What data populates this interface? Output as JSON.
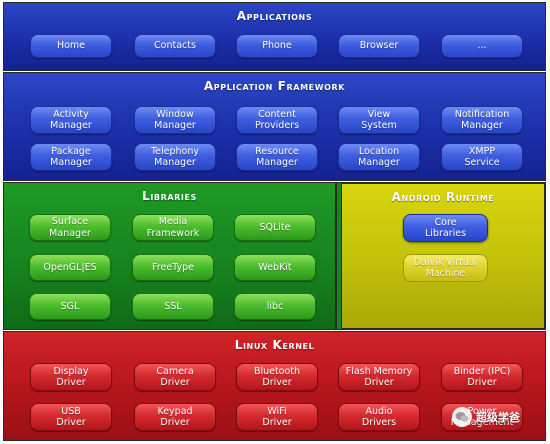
{
  "applications": {
    "title": "Applications",
    "items": [
      "Home",
      "Contacts",
      "Phone",
      "Browser",
      "..."
    ]
  },
  "framework": {
    "title": "Application Framework",
    "items": [
      [
        "Activity",
        "Manager"
      ],
      [
        "Window",
        "Manager"
      ],
      [
        "Content",
        "Providers"
      ],
      [
        "View",
        "System"
      ],
      [
        "Notification",
        "Manager"
      ],
      [
        "Package",
        "Manager"
      ],
      [
        "Telephony",
        "Manager"
      ],
      [
        "Resource",
        "Manager"
      ],
      [
        "Location",
        "Manager"
      ],
      [
        "XMPP",
        "Service"
      ]
    ]
  },
  "libraries": {
    "title": "Libraries",
    "items": [
      [
        "Surface",
        "Manager"
      ],
      [
        "Media",
        "Framework"
      ],
      [
        "SQLite"
      ],
      [
        "OpenGL|ES"
      ],
      [
        "FreeType"
      ],
      [
        "WebKit"
      ],
      [
        "SGL"
      ],
      [
        "SSL"
      ],
      [
        "libc"
      ]
    ]
  },
  "runtime": {
    "title": "Android Runtime",
    "core": [
      "Core",
      "Libraries"
    ],
    "dalvik": [
      "Dalvik Virtual",
      "Machine"
    ]
  },
  "kernel": {
    "title": "Linux Kernel",
    "items": [
      [
        "Display",
        "Driver"
      ],
      [
        "Camera",
        "Driver"
      ],
      [
        "Bluetooth",
        "Driver"
      ],
      [
        "Flash Memory",
        "Driver"
      ],
      [
        "Binder (IPC)",
        "Driver"
      ],
      [
        "USB",
        "Driver"
      ],
      [
        "Keypad",
        "Driver"
      ],
      [
        "WiFi",
        "Driver"
      ],
      [
        "Audio",
        "Drivers"
      ],
      [
        "Power",
        "Management"
      ]
    ]
  },
  "watermark": {
    "text": "超级学爸",
    "icon": "wechat-icon"
  },
  "colors": {
    "applications": "#1b2fa8",
    "framework": "#1b2fa8",
    "libraries": "#16821e",
    "runtime": "#c2c10a",
    "kernel": "#b4161c"
  }
}
